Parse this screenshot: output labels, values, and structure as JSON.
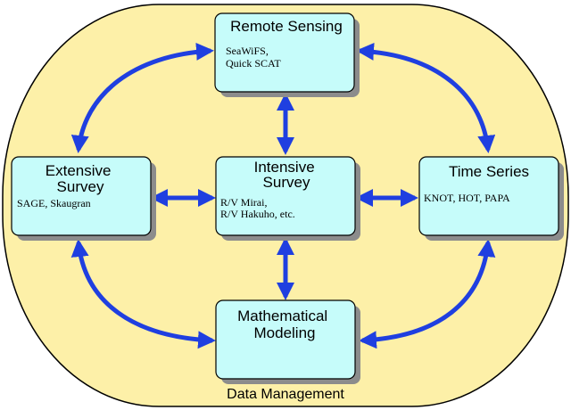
{
  "colors": {
    "background_oval": "#fdf0a8",
    "box_fill": "#c6fcfa",
    "shadow": "#8c8c8c",
    "arrow": "#1f3fe0",
    "outline": "#000000"
  },
  "footer": {
    "label": "Data Management"
  },
  "nodes": {
    "remote_sensing": {
      "title": [
        "Remote Sensing"
      ],
      "details": [
        "SeaWiFS,",
        "Quick SCAT"
      ]
    },
    "extensive_survey": {
      "title": [
        "Extensive",
        "Survey"
      ],
      "details": [
        "SAGE, Skaugran"
      ]
    },
    "intensive_survey": {
      "title": [
        "Intensive",
        "Survey"
      ],
      "details": [
        "R/V Mirai,",
        "R/V Hakuho, etc."
      ]
    },
    "time_series": {
      "title": [
        "Time Series"
      ],
      "details": [
        "KNOT, HOT, PAPA"
      ]
    },
    "mathematical_modeling": {
      "title": [
        "Mathematical",
        "Modeling"
      ],
      "details": []
    }
  },
  "connections": [
    {
      "from": "remote_sensing",
      "to": "extensive_survey",
      "bidirectional": true
    },
    {
      "from": "remote_sensing",
      "to": "time_series",
      "bidirectional": true
    },
    {
      "from": "remote_sensing",
      "to": "intensive_survey",
      "bidirectional": true
    },
    {
      "from": "extensive_survey",
      "to": "intensive_survey",
      "bidirectional": true
    },
    {
      "from": "intensive_survey",
      "to": "time_series",
      "bidirectional": true
    },
    {
      "from": "intensive_survey",
      "to": "mathematical_modeling",
      "bidirectional": true
    },
    {
      "from": "extensive_survey",
      "to": "mathematical_modeling",
      "bidirectional": true
    },
    {
      "from": "time_series",
      "to": "mathematical_modeling",
      "bidirectional": true
    }
  ]
}
